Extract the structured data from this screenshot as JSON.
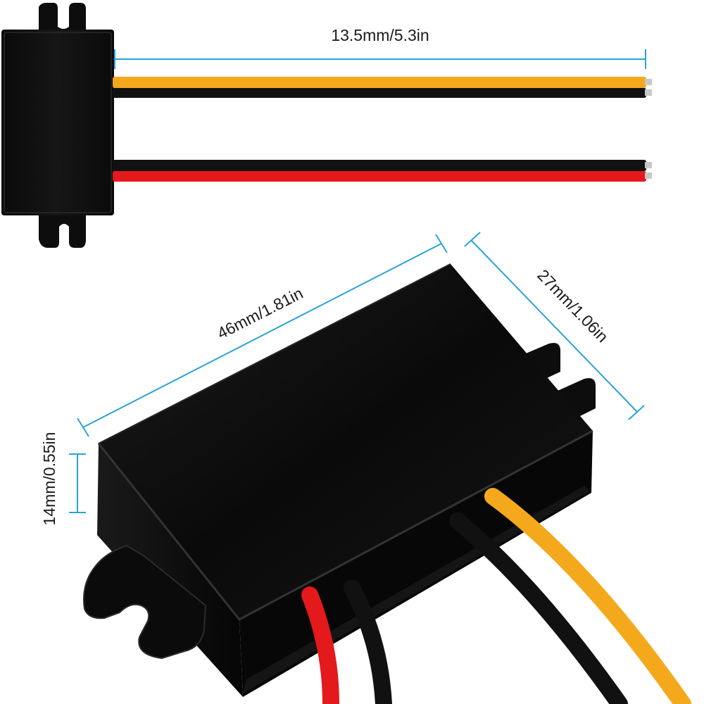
{
  "colors": {
    "dimension_line": "#2aa3d6",
    "module_body": "#0c0c0c",
    "wire_yellow": "#f4a91c",
    "wire_black": "#111111",
    "wire_red": "#e3191b",
    "wire_tip": "#c8c8c8"
  },
  "dimensions": {
    "wire_length": "13.5mm/5.3in",
    "length": "46mm/1.81in",
    "width": "27mm/1.06in",
    "height": "14mm/0.55in"
  }
}
